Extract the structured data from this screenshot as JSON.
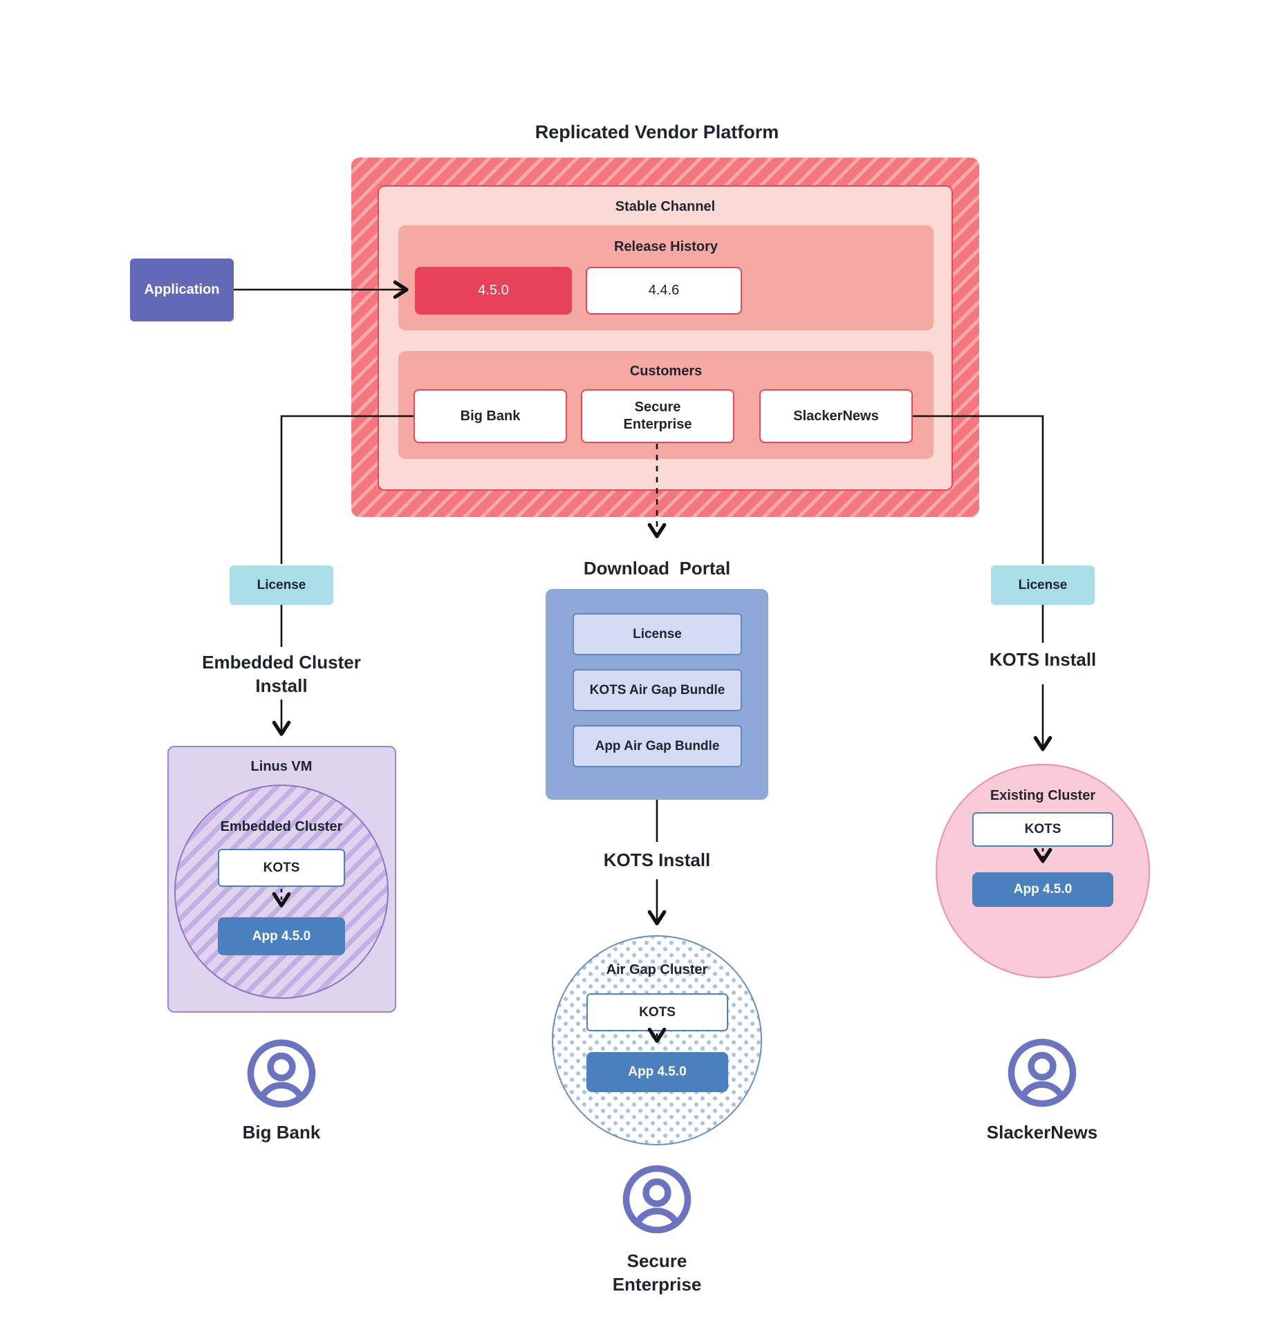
{
  "title": "Replicated Vendor Platform",
  "application": {
    "label": "Application"
  },
  "platform": {
    "stable_channel_label": "Stable Channel",
    "release_history": {
      "label": "Release History",
      "current_version": "4.5.0",
      "previous_version": "4.4.6"
    },
    "customers": {
      "label": "Customers",
      "big_bank": "Big Bank",
      "secure_enterprise": "Secure Enterprise",
      "slackernews": "SlackerNews"
    }
  },
  "left_flow": {
    "license_label": "License",
    "install_label": "Embedded Cluster Install",
    "vm_label": "Linus VM",
    "cluster_label": "Embedded Cluster",
    "kots_label": "KOTS",
    "app_label": "App 4.5.0",
    "user_label": "Big Bank"
  },
  "middle_flow": {
    "portal_title": "Download  Portal",
    "portal_items": [
      "License",
      "KOTS Air Gap Bundle",
      "App Air Gap Bundle"
    ],
    "install_label": "KOTS Install",
    "cluster_label": "Air Gap Cluster",
    "kots_label": "KOTS",
    "app_label": "App 4.5.0",
    "user_label": "Secure Enterprise"
  },
  "right_flow": {
    "license_label": "License",
    "install_label": "KOTS Install",
    "cluster_label": "Existing Cluster",
    "kots_label": "KOTS",
    "app_label": "App 4.5.0",
    "user_label": "SlackerNews"
  },
  "colors": {
    "red_accent": "#e8465c",
    "red_box": "#e8415a",
    "hatch_red_a": "#f3777c",
    "hatch_red_b": "#f8aaab",
    "pink_panel": "#fbdad5",
    "pink_section": "#f5a9a2",
    "cyan_license": "#a9dde8",
    "indigo_app": "#6269b8",
    "portal_blue": "#8ea9d7",
    "portal_item_bg": "#d4dcf3",
    "portal_item_border": "#6286c8",
    "app_blue": "#4a80bd",
    "kots_border": "#4a80bd",
    "lavender_bg": "#ded4ee",
    "lavender_border": "#9d86cd",
    "purple_hatch": "#c5aee3",
    "purple_circle_border": "#8d76c2",
    "pink_circle_bg": "#f9cbd7",
    "pink_circle_border": "#ee8fac",
    "dot_blue": "#a9c3e4",
    "airgap_border": "#6590c6",
    "user_purple": "#6b74c0",
    "text_dark": "#1d2430",
    "line_black": "#111111"
  }
}
